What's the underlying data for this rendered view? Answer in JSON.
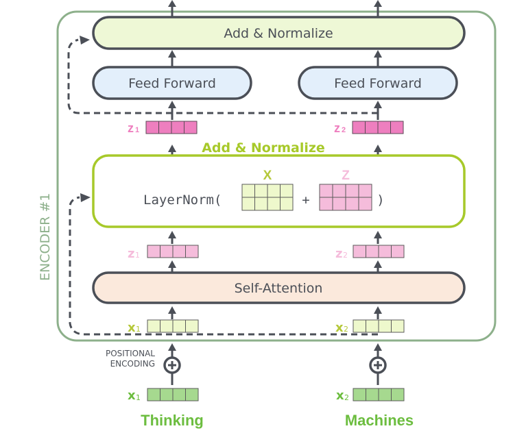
{
  "encoder_label": "ENCODER #1",
  "top_norm": {
    "label": "Add & Normalize"
  },
  "feed_forward": [
    {
      "label": "Feed Forward"
    },
    {
      "label": "Feed Forward"
    }
  ],
  "z_top": [
    {
      "sym": "z",
      "sub": "1"
    },
    {
      "sym": "z",
      "sub": "2"
    }
  ],
  "mid_norm": {
    "title": "Add & Normalize",
    "expr_prefix": "LayerNorm(",
    "plus": "+",
    "close": ")",
    "x_label": "X",
    "z_label": "Z"
  },
  "z_mid": [
    {
      "sym": "z",
      "sub": "1"
    },
    {
      "sym": "z",
      "sub": "2"
    }
  ],
  "self_attention": {
    "label": "Self-Attention"
  },
  "x_in": [
    {
      "sym": "x",
      "sub": "1"
    },
    {
      "sym": "x",
      "sub": "2"
    }
  ],
  "positional_encoding": {
    "line1": "POSITIONAL",
    "line2": "ENCODING"
  },
  "x_embed": [
    {
      "sym": "x",
      "sub": "1"
    },
    {
      "sym": "x",
      "sub": "2"
    }
  ],
  "words": [
    "Thinking",
    "Machines"
  ],
  "colors": {
    "encoder_border": "#8db08b",
    "box_border": "#4b4f57",
    "norm_fill": "#eef8d6",
    "ff_fill": "#e3effb",
    "sa_fill": "#fbe9dc",
    "lime": "#a7c92a",
    "z_dark": "#ee7fbf",
    "z_light": "#f5bcdb",
    "x_light": "#eef8cc",
    "x_embed": "#a6d98f",
    "word_green": "#6cbd3f"
  }
}
